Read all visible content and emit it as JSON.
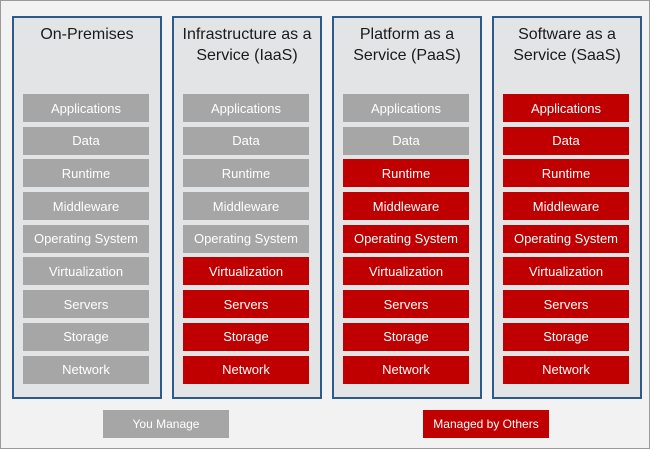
{
  "columns": [
    {
      "title": "On-Premises",
      "managed_by_others_from": 9
    },
    {
      "title": "Infrastructure as a\nService (IaaS)",
      "managed_by_others_from": 5
    },
    {
      "title": "Platform as a\nService (PaaS)",
      "managed_by_others_from": 2
    },
    {
      "title": "Software as a\nService (SaaS)",
      "managed_by_others_from": 0
    }
  ],
  "layers": [
    "Applications",
    "Data",
    "Runtime",
    "Middleware",
    "Operating System",
    "Virtualization",
    "Servers",
    "Storage",
    "Network"
  ],
  "legend": {
    "you_manage": "You Manage",
    "managed_by_others": "Managed by Others"
  },
  "colors": {
    "you_manage": "#a6a6a6",
    "managed_by_others": "#c00000",
    "column_border": "#2e5a8a"
  }
}
